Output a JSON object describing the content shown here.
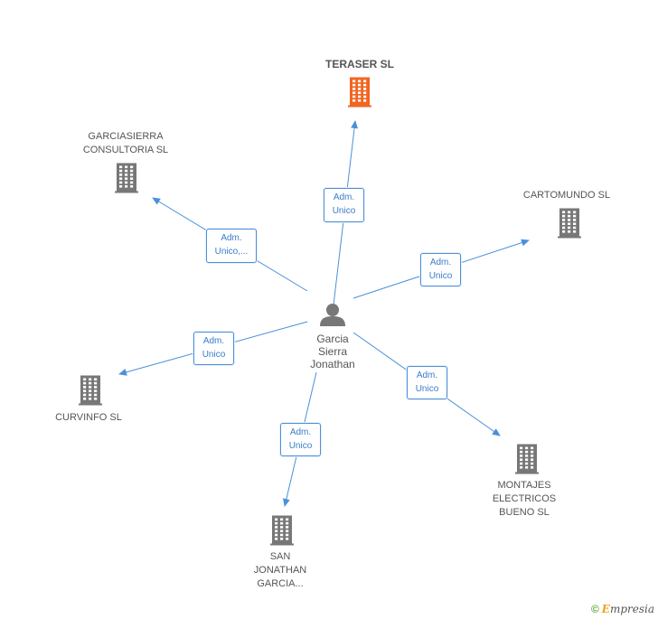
{
  "center": {
    "name_lines": [
      "Garcia",
      "Sierra",
      "Jonathan"
    ],
    "icon": "person-icon"
  },
  "companies": [
    {
      "id": "teraser",
      "lines": [
        "TERASER SL"
      ],
      "highlight": true,
      "icon": "building-icon",
      "color": "#f26522"
    },
    {
      "id": "garciasierra",
      "lines": [
        "GARCIASIERRA",
        "CONSULTORIA SL"
      ],
      "icon": "building-icon",
      "color": "#777777"
    },
    {
      "id": "cartomundo",
      "lines": [
        "CARTOMUNDO SL"
      ],
      "icon": "building-icon",
      "color": "#777777"
    },
    {
      "id": "curvinfo",
      "lines": [
        "CURVINFO SL"
      ],
      "icon": "building-icon",
      "color": "#777777"
    },
    {
      "id": "montajes",
      "lines": [
        "MONTAJES",
        "ELECTRICOS",
        "BUENO  SL"
      ],
      "icon": "building-icon",
      "color": "#777777"
    },
    {
      "id": "sanjonathan",
      "lines": [
        "SAN",
        "JONATHAN",
        "GARCIA..."
      ],
      "icon": "building-icon",
      "color": "#777777"
    }
  ],
  "relations": [
    {
      "to": "teraser",
      "lines": [
        "Adm.",
        "Unico"
      ]
    },
    {
      "to": "garciasierra",
      "lines": [
        "Adm.",
        "Unico,..."
      ]
    },
    {
      "to": "cartomundo",
      "lines": [
        "Adm.",
        "Unico"
      ]
    },
    {
      "to": "curvinfo",
      "lines": [
        "Adm.",
        "Unico"
      ]
    },
    {
      "to": "montajes",
      "lines": [
        "Adm.",
        "Unico"
      ]
    },
    {
      "to": "sanjonathan",
      "lines": [
        "Adm.",
        "Unico"
      ]
    }
  ],
  "colors": {
    "edge": "#4a90d9",
    "building": "#777777",
    "highlight": "#f26522",
    "person": "#777777"
  },
  "footer": {
    "copyright": "©",
    "brand_initial": "E",
    "brand_rest": "mpresia"
  }
}
